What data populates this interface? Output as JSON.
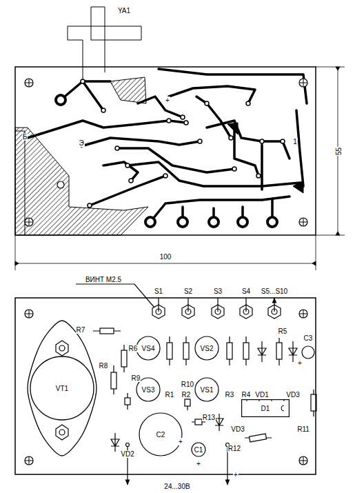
{
  "diagram": {
    "nodes": [
      {
        "text": [
          "VT1"
        ]
      },
      {
        "text": [
          "VS4"
        ]
      },
      {
        "text": [
          "VS2"
        ]
      },
      {
        "text": [
          "VS3"
        ]
      },
      {
        "text": [
          "VS1"
        ]
      },
      {
        "text": [
          "D1"
        ]
      },
      {
        "text": [
          "C2"
        ]
      },
      {
        "text": [
          "C1"
        ]
      }
    ],
    "labels": [
      "YA1",
      "Б",
      "Э",
      "+",
      "1",
      "55",
      "100",
      "ВИНТ M2.5",
      "S1",
      "S2",
      "S3",
      "S4",
      "S5...S10",
      "R7",
      "R6",
      "R8",
      "R9",
      "R1",
      "R2",
      "R3",
      "R4",
      "VD1",
      "R5",
      "VD3",
      "C3",
      "R10",
      "R13",
      "VD3",
      "R11",
      "R12",
      "VD2",
      "+",
      "+",
      "+",
      "+",
      "24...30В"
    ]
  }
}
